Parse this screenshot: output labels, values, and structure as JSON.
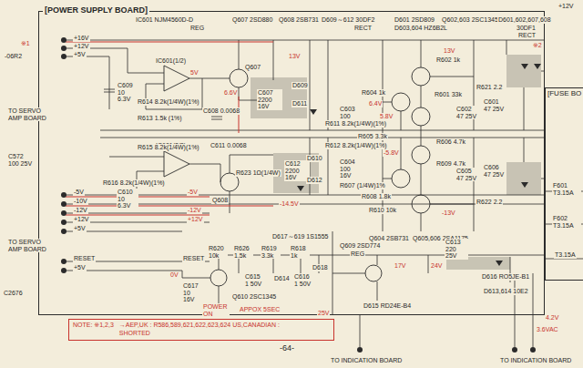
{
  "diagram": {
    "nodes": [
      {
        "text": [
          "[POWER SUPPLY BOARD]"
        ]
      },
      {
        "text": [
          "[FUSE BO"
        ]
      },
      {
        "text": [
          "NOTE: ※1,2,3",
          "→AEP,UK : R586,589,621,622,623,624 US,CANADIAN : SHORTED"
        ]
      }
    ],
    "labels": [
      "+12V",
      "※1",
      "-06R2",
      "IC601 NJM4560D-D",
      "REG",
      "Q607 2SD880",
      "Q608 2SB731",
      "D609～612 30DF2",
      "RECT",
      "D601 2SD809",
      "Q602,603 2SC1345",
      "D603,604 HZ6B2L",
      "D601,602,607,608",
      "30DF1",
      "RECT",
      "+16V",
      "+12V",
      "+5V",
      "TO SERVO AMP BOARD",
      "C572 100 25V",
      "-5V",
      "-10V",
      "-12V",
      "+12V",
      "+5V",
      "TO SERVO AMP BOARD",
      "RESET",
      "+5V",
      "C2676",
      "-5V",
      "-12V",
      "+12V",
      "RESET",
      "IC601(1/2)",
      "IC601(2/2)",
      "5V",
      "6.6V",
      "13V",
      "-14.5V",
      "C609 10 6.3V",
      "R614 8.2k(1/4W)(1%)",
      "R613 1.5k (1%)",
      "R615 8.2k(1/4W)(1%)",
      "R616 8.2k(1/4W)(1%)",
      "C610 10 6.3V",
      "C608 0.0068",
      "C611 0.0068",
      "Q607",
      "Q608",
      "C607 2200 16V",
      "D609",
      "D611",
      "C612 2200 16V",
      "D610",
      "D612",
      "R623 1Ω(1/4W)",
      "D617～619 1S1555",
      "R604 1k",
      "C603 100 16V",
      "6.4V",
      "R611 8.2k(1/4W)(1%)",
      "5.8V",
      "R612 8.2k(1/4W)(1%)",
      "-5.8V",
      "R605 3.3k",
      "C604 100 16V",
      "R607 (1/4W)1%",
      "R608 1.8k",
      "R602 1k",
      "R621 2.2",
      "R601 33k",
      "C601 47 25V",
      "C602 47 25V",
      "R606 4.7k",
      "R609 4.7k",
      "R610 10k",
      "C605 47 25V",
      "C606 47 25V",
      "R622 2.2",
      "13V",
      "-13V",
      "Q604 2SB731",
      "Q605,606 2SA1175",
      "Q609 2SD774",
      "REG",
      "R620 10k",
      "R626 1.5k",
      "R619 3.3k",
      "R618 1k",
      "D618",
      "D614",
      "C616 1 50V",
      "C615 1 50V",
      "Q610 2SC1345",
      "C617 10 16V",
      "0V",
      "POWER ON",
      "APPOX 5SEC",
      "D615 RD24E-B4",
      "25V",
      "17V",
      "24V",
      "C613 220 25V",
      "D616 RO5JE-B1",
      "D613,614 10E2",
      "4.2V",
      "3.6VAC",
      "TO INDICATION BOARD",
      "TO INDICATION BOARD",
      "-64-",
      "F601 T3.15A",
      "F602 T3.15A",
      "T3.15A",
      "※2"
    ]
  }
}
